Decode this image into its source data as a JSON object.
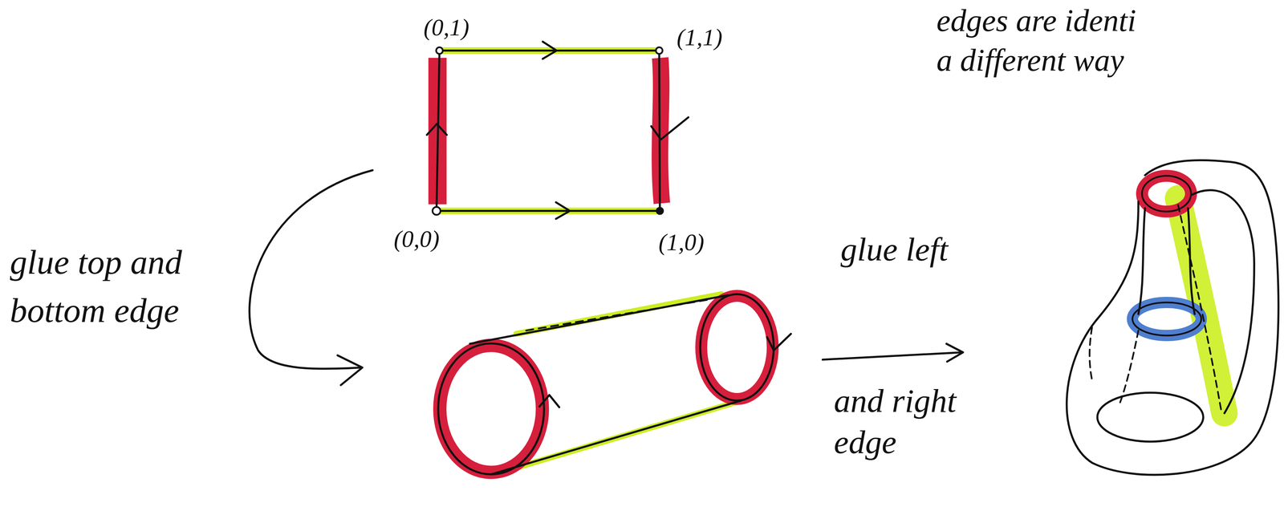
{
  "diagram": {
    "labels": [
      "(0,1)",
      "(1,1)",
      "(0,0)",
      "(1,0)",
      "glue top and bottom edge",
      "glue left",
      "and right edge",
      "edges are identi",
      "a different way"
    ]
  }
}
